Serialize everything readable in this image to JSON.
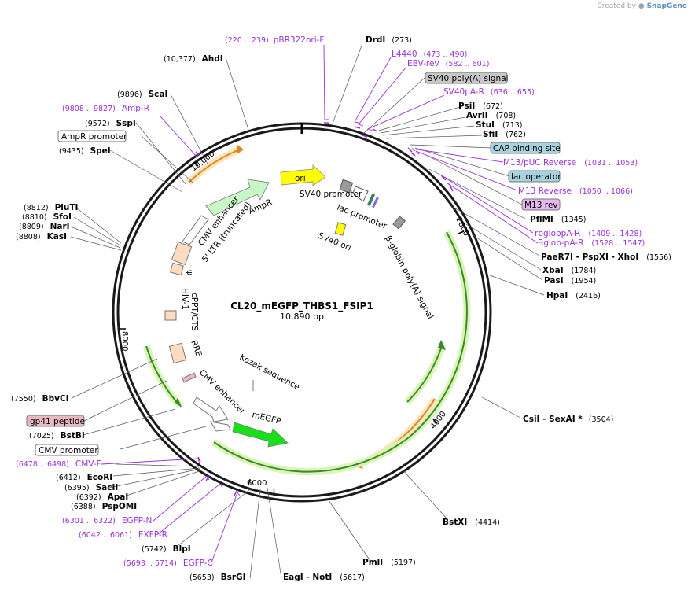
{
  "watermark": {
    "prefix": "Created by",
    "brand": "SnapGene"
  },
  "plasmid": {
    "name": "CL20_mEGFP_THBS1_FSIP1",
    "length_label": "10,890 bp"
  },
  "ticks": [
    "2000",
    "4000",
    "6000",
    "8000",
    "10,000"
  ],
  "sites": [
    {
      "name": "DrdI",
      "pos": "(273)"
    },
    {
      "name": "PsiI",
      "pos": "(672)"
    },
    {
      "name": "AvrII",
      "pos": "(708)"
    },
    {
      "name": "StuI",
      "pos": "(713)"
    },
    {
      "name": "SfiI",
      "pos": "(762)"
    },
    {
      "name": "PflMI",
      "pos": "(1345)"
    },
    {
      "name": "PaeR7I  - PspXI  - XhoI",
      "pos": "(1556)"
    },
    {
      "name": "XbaI",
      "pos": "(1784)"
    },
    {
      "name": "PasI",
      "pos": "(1954)"
    },
    {
      "name": "HpaI",
      "pos": "(2416)"
    },
    {
      "name": "CsiI  - SexAI *",
      "pos": "(3504)"
    },
    {
      "name": "BstXI",
      "pos": "(4414)"
    },
    {
      "name": "PmlI",
      "pos": "(5197)"
    },
    {
      "name": "EagI  - NotI",
      "pos": "(5617)"
    },
    {
      "name": "BsrGI",
      "pos": "(5653)"
    },
    {
      "name": "BlpI",
      "pos": "(5742)"
    },
    {
      "name": "PspOMI",
      "pos": "(6388)"
    },
    {
      "name": "ApaI",
      "pos": "(6392)"
    },
    {
      "name": "SacII",
      "pos": "(6395)"
    },
    {
      "name": "EcoRI",
      "pos": "(6412)"
    },
    {
      "name": "BstBI",
      "pos": "(7025)"
    },
    {
      "name": "BbvCI",
      "pos": "(7550)"
    },
    {
      "name": "KasI",
      "pos": "(8808)"
    },
    {
      "name": "NarI",
      "pos": "(8809)"
    },
    {
      "name": "SfoI",
      "pos": "(8810)"
    },
    {
      "name": "PluTI",
      "pos": "(8812)"
    },
    {
      "name": "SpeI",
      "pos": "(9435)"
    },
    {
      "name": "SspI",
      "pos": "(9572)"
    },
    {
      "name": "ScaI",
      "pos": "(9896)"
    },
    {
      "name": "AhdI",
      "pos": "(10,377)"
    }
  ],
  "primers": [
    {
      "name": "pBR322ori-F",
      "pos": "(220 .. 239)"
    },
    {
      "name": "L4440",
      "pos": "(473 .. 490)"
    },
    {
      "name": "EBV-rev",
      "pos": "(582 .. 601)"
    },
    {
      "name": "SV40pA-R",
      "pos": "(636 .. 655)"
    },
    {
      "name": "M13/pUC Reverse",
      "pos": "(1031 .. 1053)"
    },
    {
      "name": "M13 Reverse",
      "pos": "(1050 .. 1066)"
    },
    {
      "name": "rbglobpA-R",
      "pos": "(1409 .. 1428)"
    },
    {
      "name": "Bglob-pA-R",
      "pos": "(1528 .. 1547)"
    },
    {
      "name": "CMV-F",
      "pos": "(6478 .. 6498)"
    },
    {
      "name": "EGFP-N",
      "pos": "(6301 .. 6322)"
    },
    {
      "name": "EXFP-R",
      "pos": "(6042 .. 6061)"
    },
    {
      "name": "EGFP-C",
      "pos": "(5693 .. 5714)"
    },
    {
      "name": "Amp-R",
      "pos": "(9808 .. 9827)"
    }
  ],
  "boxed_features": [
    {
      "name": "SV40 poly(A) signal",
      "fill": "#c8c8c8"
    },
    {
      "name": "CAP binding site",
      "fill": "#a7d3df"
    },
    {
      "name": "lac operator",
      "fill": "#a7d3df"
    },
    {
      "name": "M13 rev",
      "fill": "#e6b7ef"
    },
    {
      "name": "AmpR promoter",
      "fill": "#ffffff"
    },
    {
      "name": "gp41 peptide",
      "fill": "#e8b9c3"
    },
    {
      "name": "CMV promoter",
      "fill": "#ffffff"
    }
  ],
  "feature_labels": {
    "ori": "ori",
    "sv40_promoter": "SV40 promoter",
    "lac_promoter": "lac promoter",
    "sv40_ori": "SV40 ori",
    "beta_globin": "β-globin poly(A) signal",
    "ampr": "AmpR",
    "cmv_enhancer_top": "CMV enhancer",
    "ltr": "5' LTR (truncated)",
    "psi": "ψ",
    "hiv1": "HIV-1",
    "cppt": "cPPT/CTS",
    "rre": "RRE",
    "kozak": "Kozak sequence",
    "cmv_enhancer_bottom": "CMV enhancer",
    "megfp": "mEGFP"
  },
  "colors": {
    "backbone": "#1a1a1a",
    "primer": "#9b30d9",
    "ori": "#ffff00",
    "egfp": "#18e018",
    "ampr": "#c8f7c8",
    "orf_highlight": "#d9f5b5",
    "orf_line": "#3a8a2a",
    "orange_orf": "#d88a1c",
    "ltr": "#ffdcc0",
    "grey_feature": "#9a9a9a"
  }
}
